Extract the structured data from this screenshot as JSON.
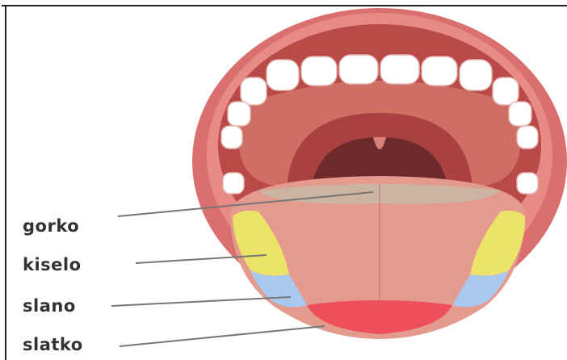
{
  "labels": {
    "bitter": "gorko",
    "sour": "kiselo",
    "salty": "slano",
    "sweet": "slatko"
  },
  "colors": {
    "lips": "#d9706e",
    "mouth_interior": "#b94a48",
    "throat": "#6e2a2a",
    "teeth": "#ffffff",
    "tongue": "#e59a8e",
    "bitter_zone": "#c9b7a4",
    "sour_zone": "#ece36a",
    "salty_zone": "#a9c8ee",
    "sweet_zone": "#ee4f5a",
    "leader_line": "#777777"
  }
}
